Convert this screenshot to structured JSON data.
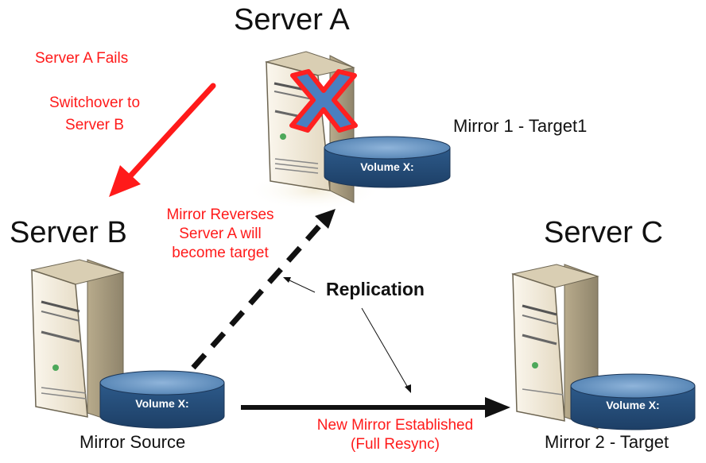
{
  "servers": {
    "a": {
      "title": "Server A",
      "volume": "Volume X:",
      "caption": "Mirror 1 - Target1",
      "failed": true
    },
    "b": {
      "title": "Server B",
      "volume": "Volume X:",
      "caption": "Mirror Source"
    },
    "c": {
      "title": "Server C",
      "volume": "Volume X:",
      "caption": "Mirror 2 - Target"
    }
  },
  "annotations": {
    "fail_line1": "Server A Fails",
    "switch_line1": "Switchover to",
    "switch_line2": "Server B",
    "reverse_line1": "Mirror Reverses",
    "reverse_line2": "Server A will",
    "reverse_line3": "become target",
    "replication": "Replication",
    "new_mirror_line1": "New Mirror Established",
    "new_mirror_line2": "(Full Resync)"
  },
  "colors": {
    "red_text": "#ff1a1a",
    "red_arrow": "#ff1a1a",
    "disk_blue": "#3f6f9e",
    "tower_beige": "#efe6d2",
    "fail_x_fill": "#4a7fc0",
    "fail_x_outline": "#ff2020"
  },
  "icons": [
    "server-tower-icon",
    "disk-volume-icon",
    "failure-x-icon"
  ]
}
